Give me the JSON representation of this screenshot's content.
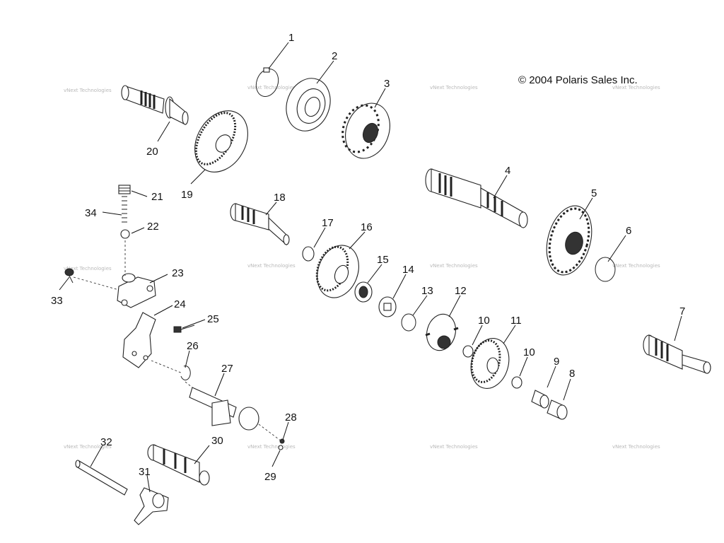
{
  "copyright": "© 2004 Polaris Sales Inc.",
  "watermark": "vNext Technologies",
  "callouts": [
    "1",
    "2",
    "3",
    "4",
    "5",
    "6",
    "7",
    "8",
    "9",
    "10",
    "10",
    "11",
    "12",
    "13",
    "14",
    "15",
    "16",
    "17",
    "18",
    "19",
    "20",
    "21",
    "22",
    "23",
    "24",
    "25",
    "26",
    "27",
    "28",
    "29",
    "30",
    "31",
    "32",
    "33",
    "34"
  ]
}
